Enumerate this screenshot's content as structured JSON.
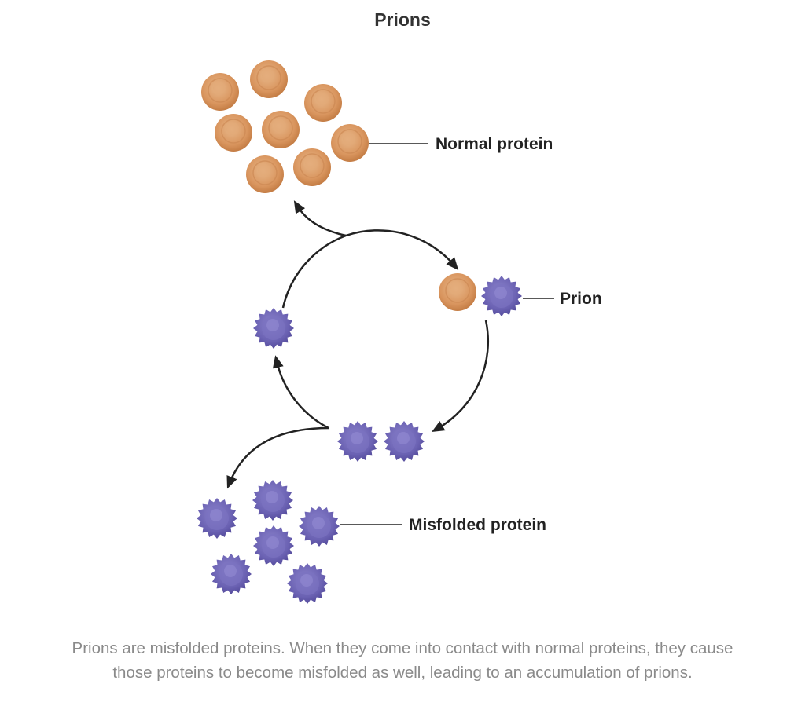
{
  "title": "Prions",
  "labels": {
    "normal": "Normal protein",
    "prion": "Prion",
    "misfolded": "Misfolded protein"
  },
  "caption": {
    "line1": "Prions are misfolded proteins. When they come into contact with normal proteins, they cause",
    "line2": "those proteins to become misfolded as well, leading to an accumulation of prions."
  },
  "colors": {
    "normal": "#d9955e",
    "misfolded": "#6b62b3",
    "arrow": "#222222"
  }
}
